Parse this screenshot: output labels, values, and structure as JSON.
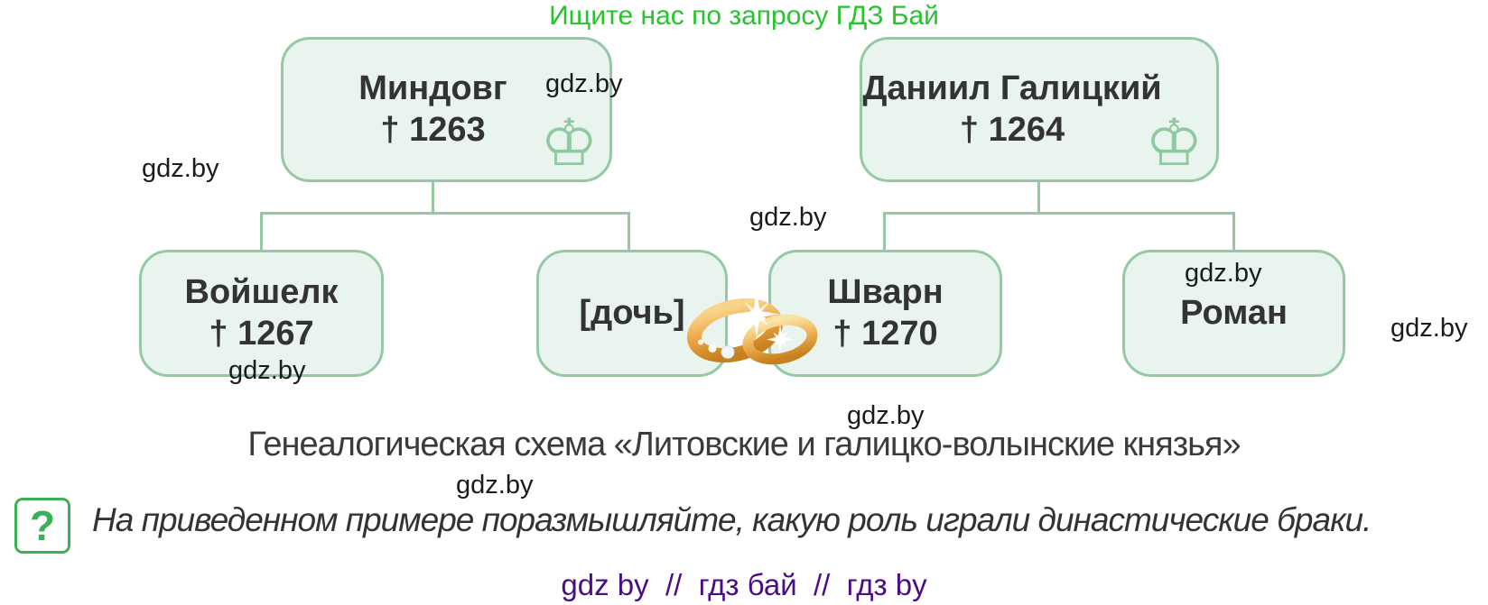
{
  "header": {
    "promo": "Ищите нас по запросу ГДЗ Бай"
  },
  "watermark": {
    "text": "gdz.by"
  },
  "icons": {
    "crown": "♔",
    "question_mark": "?",
    "marriage": "wedding-rings"
  },
  "tree": {
    "parents": [
      {
        "name": "Миндовг",
        "death": "† 1263"
      },
      {
        "name": "Даниил Галицкий",
        "death": "† 1264"
      }
    ],
    "children": [
      {
        "name": "Войшелк",
        "death": "† 1267"
      },
      {
        "name": "[дочь]"
      },
      {
        "name": "Шварн",
        "death": "† 1270"
      },
      {
        "name": "Роман"
      }
    ]
  },
  "caption": "Генеалогическая схема «Литовские и галицко-волынские князья»",
  "question": "На приведенном примере поразмышляйте, какую роль играли династические браки.",
  "footer": "gdz by  //  гдз бай  //  гдз by",
  "colors": {
    "node_fill": "#e9f4ef",
    "node_border": "#94c9a4",
    "promo_green": "#29c32f",
    "question_green": "#3cb054",
    "footer_purple": "#4a0d86",
    "crown_green": "#8fc9a0",
    "text_dark": "#333333",
    "watermark_dark": "#1b1b1b",
    "ring_gold": "#eda849"
  }
}
